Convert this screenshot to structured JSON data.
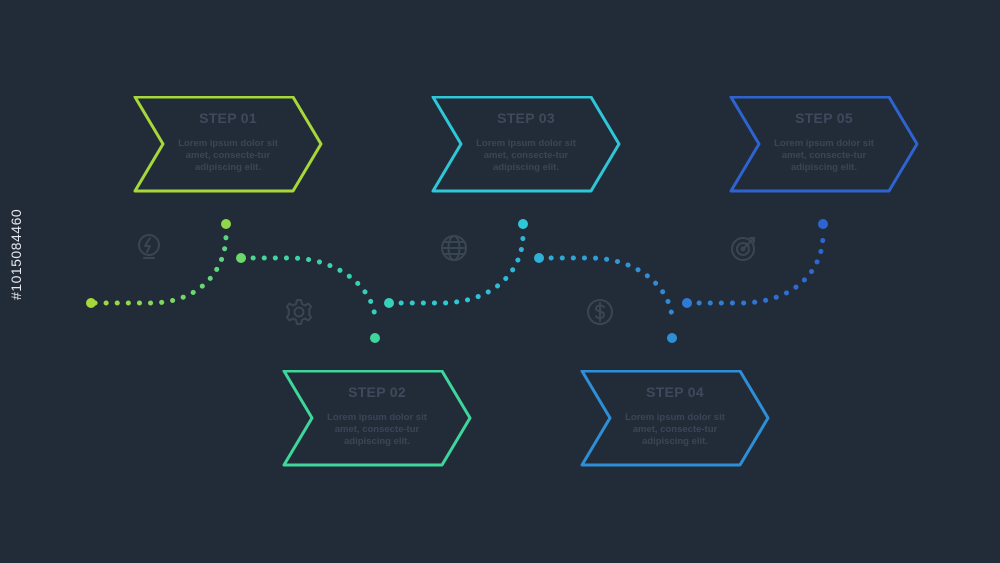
{
  "steps": [
    {
      "title": "STEP 01",
      "body": "Lorem ipsum dolor sit amet, consecte-tur adipiscing elit.",
      "color": "#a6d83a"
    },
    {
      "title": "STEP 02",
      "body": "Lorem ipsum dolor sit amet, consecte-tur adipiscing elit.",
      "color": "#3fd69c"
    },
    {
      "title": "STEP 03",
      "body": "Lorem ipsum dolor sit amet, consecte-tur adipiscing elit.",
      "color": "#2fc7d8"
    },
    {
      "title": "STEP 04",
      "body": "Lorem ipsum dolor sit amet, consecte-tur adipiscing elit.",
      "color": "#2f8fd6"
    },
    {
      "title": "STEP 05",
      "body": "Lorem ipsum dolor sit amet, consecte-tur adipiscing elit.",
      "color": "#2e64d0"
    }
  ],
  "icons": [
    "lightbulb-icon",
    "gear-icon",
    "globe-icon",
    "dollar-icon",
    "target-icon"
  ],
  "watermark": {
    "id": "#1015084460"
  },
  "colors": {
    "background": "#222b38",
    "icon": "#3a4554"
  }
}
